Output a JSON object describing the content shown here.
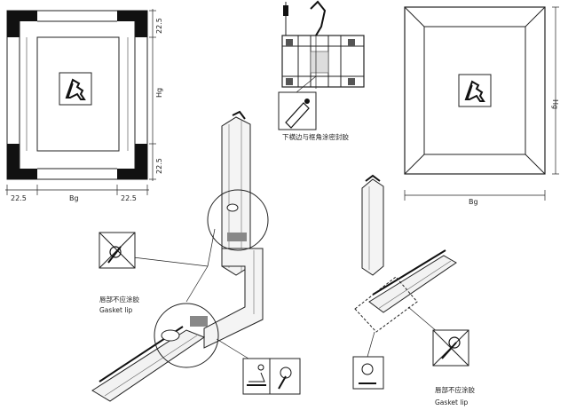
{
  "dimensions": {
    "left_top": "22.5",
    "left_height": "Hg",
    "left_bottom_vertical": "22.5",
    "bottom_left": "22.5",
    "bottom_width": "Bg",
    "bottom_right": "22.5",
    "right_height": "Hg",
    "right_width": "Bg"
  },
  "captions": {
    "corner_glue": "下横边与框角涂密封胶",
    "no_glue_1": "唇部不应涂胶",
    "gasket_1": "Gasket lip",
    "no_glue_2": "唇部不应涂胶",
    "gasket_2": "Gasket lip"
  },
  "icons": [
    "gasket-profile-icon",
    "no-glue-icon",
    "glue-nozzle-icon"
  ]
}
